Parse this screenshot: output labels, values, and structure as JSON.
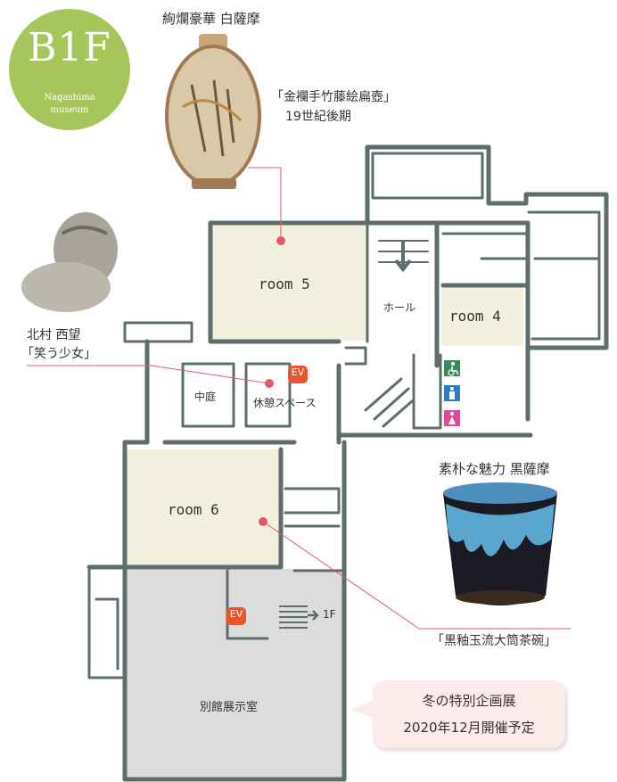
{
  "floor_badge": {
    "floor": "B1F",
    "line1": "Nagashima",
    "line2": "museum"
  },
  "artworks": {
    "satsuma_white": {
      "heading": "絢爛豪華 白薩摩",
      "title": "「金襴手竹藤絵扁壺」",
      "period": "19世紀後期"
    },
    "girl": {
      "artist": "北村 西望",
      "title": "「笑う少女」"
    },
    "satsuma_black": {
      "heading": "素朴な魅力 黒薩摩",
      "title": "「黒釉玉流大筒茶碗」"
    }
  },
  "rooms": {
    "room5": "room 5",
    "room4": "room 4",
    "room6": "room 6",
    "hall": "ホール",
    "courtyard": "中庭",
    "lounge": "休憩スペース",
    "annex": "別館展示室",
    "stairs_up": "1F",
    "ev": "EV"
  },
  "callout": {
    "line1": "冬の特別企画展",
    "line2": "2020年12月開催予定"
  },
  "colors": {
    "badge": "#a6c65c",
    "wall": "#5e6e6e",
    "room_fill": "#f3f0df",
    "annex_fill": "#dcdcdc",
    "marker": "#e05a6a",
    "ev": "#e8552e"
  },
  "icons": [
    "wheelchair-icon",
    "male-restroom-icon",
    "female-restroom-icon",
    "ev-icon"
  ]
}
